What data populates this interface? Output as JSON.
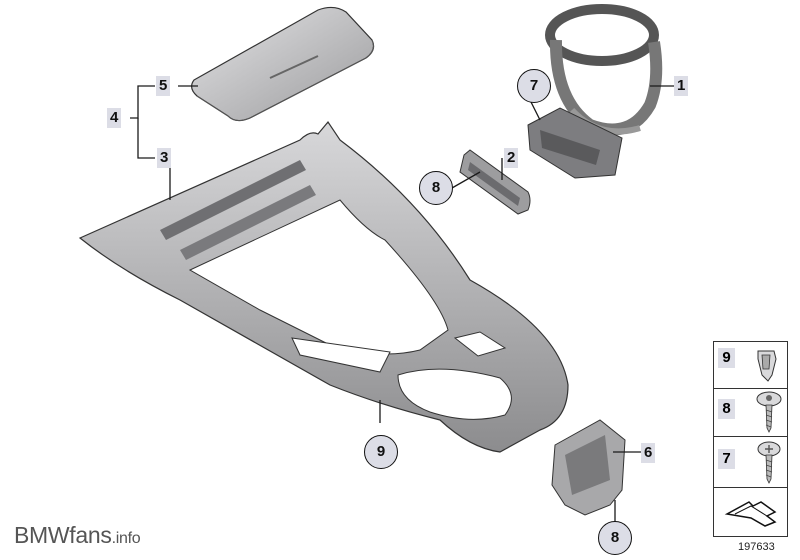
{
  "callouts": {
    "c1": "1",
    "c2": "2",
    "c3": "3",
    "c4": "4",
    "c5": "5",
    "c6": "6",
    "c7": "7",
    "c8a": "8",
    "c8b": "8",
    "c9": "9"
  },
  "legend": {
    "rows": [
      {
        "num": "9",
        "icon": "clip-nut-icon"
      },
      {
        "num": "8",
        "icon": "torx-screw-icon"
      },
      {
        "num": "7",
        "icon": "phillips-screw-icon"
      },
      {
        "num": "",
        "icon": "material-symbol-icon"
      }
    ]
  },
  "diagram_id": "197633",
  "watermark": {
    "brand": "BMWfans",
    "suffix": ".info"
  },
  "colors": {
    "label_bg": "#dcdde6",
    "part_fill": "#c9c9cb",
    "part_dark": "#8e8e90",
    "line": "#1a1a1a"
  }
}
